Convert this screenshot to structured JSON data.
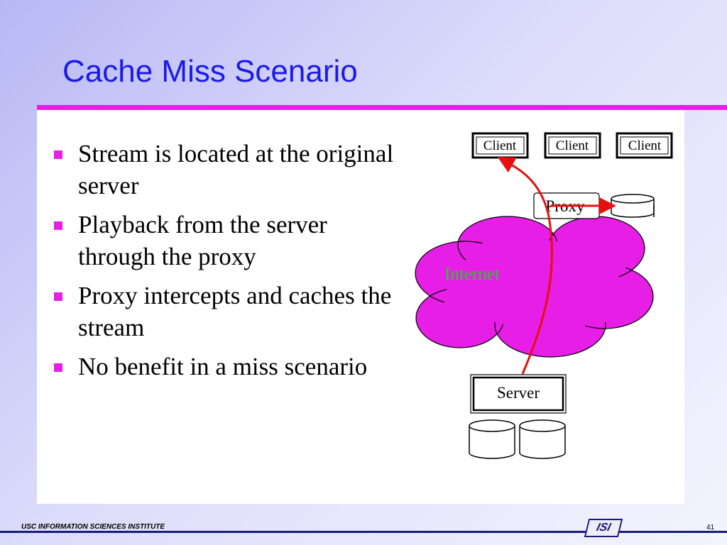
{
  "slide": {
    "title": "Cache Miss Scenario",
    "bullets": [
      "Stream is located at the original server",
      "Playback from the server through the proxy",
      "Proxy intercepts and caches the stream",
      "No benefit in a miss scenario"
    ]
  },
  "diagram": {
    "clients": [
      "Client",
      "Client",
      "Client"
    ],
    "proxy_label": "Proxy",
    "network_label": "Internet",
    "server_label": "Server"
  },
  "footer": {
    "institute": "USC INFORMATION SCIENCES INSTITUTE",
    "logo": "ISI",
    "page_number": "41"
  },
  "colors": {
    "title": "#1a1ae6",
    "accent": "#e61ee6",
    "cloud": "#e61ee6",
    "internet_text": "#22cc22",
    "stream_path": "#e61010"
  }
}
